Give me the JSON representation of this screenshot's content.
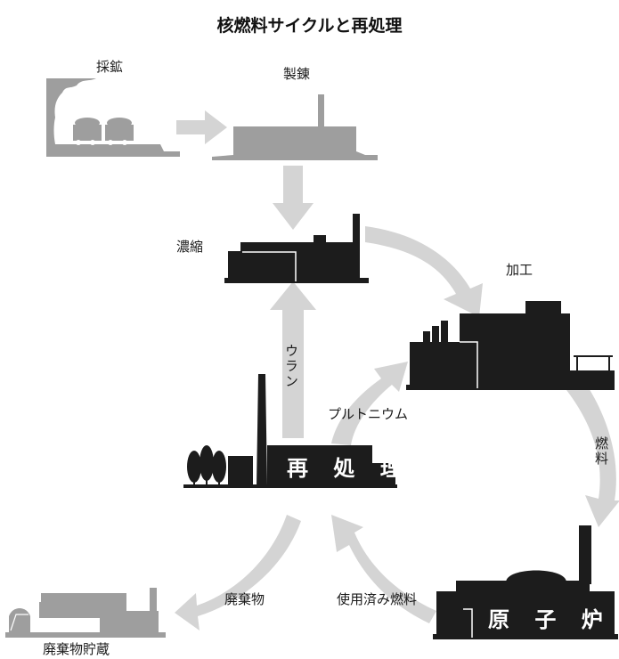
{
  "title": "核燃料サイクルと再処理",
  "facilities": {
    "mining": "採鉱",
    "smelting": "製錬",
    "enrichment": "濃縮",
    "fabrication": "加工",
    "reprocessing": "再 処 理",
    "reactor": "原 子 炉",
    "waste_storage": "廃棄物貯蔵"
  },
  "flows": {
    "uranium": "ウラン",
    "plutonium": "プルトニウム",
    "fuel": "燃料",
    "spent_fuel": "使用済み燃料",
    "waste": "廃棄物"
  },
  "colors": {
    "dark": "#1c1c1c",
    "mid_gray": "#9e9e9e",
    "arrow_gray": "#d4d4d4"
  }
}
